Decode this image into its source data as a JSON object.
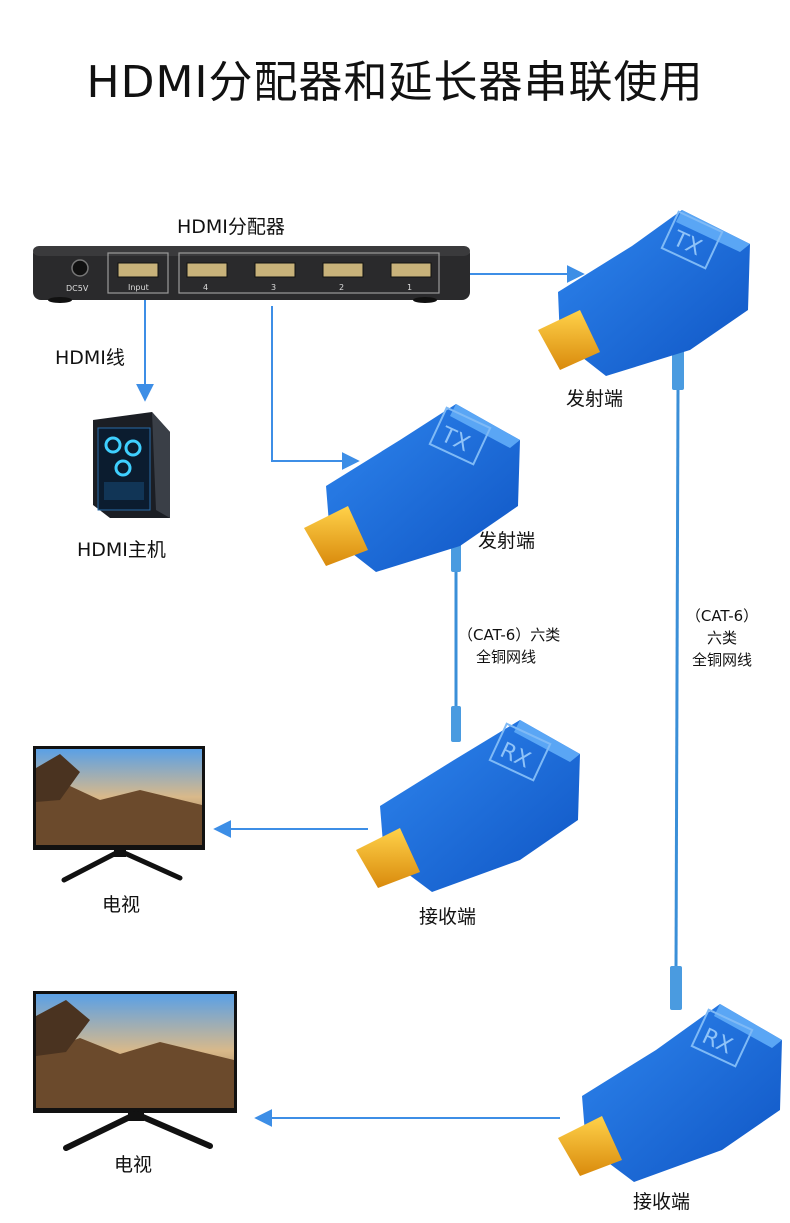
{
  "title": "HDMI分配器和延长器串联使用",
  "labels": {
    "splitter": "HDMI分配器",
    "hdmi_cable": "HDMI线",
    "host": "HDMI主机",
    "tx1": "发射端",
    "tx2": "发射端",
    "rx1": "接收端",
    "rx2": "接收端",
    "tv1": "电视",
    "tv2": "电视"
  },
  "splitter": {
    "power": "DC5V",
    "input": "Input",
    "ports": [
      "4",
      "3",
      "2",
      "1"
    ]
  },
  "cable_left": {
    "line1": "（CAT-6）六类",
    "line2": "全铜网线"
  },
  "cable_right": {
    "line1": "（CAT-6）",
    "line2": "六类",
    "line3": "全铜网线"
  },
  "device_marks": {
    "tx": "TX",
    "rx": "RX"
  },
  "colors": {
    "arrow": "#3d8ee6",
    "extender": "#1565d8",
    "cable": "#3a8fd8",
    "gold": "#e8a21a"
  }
}
